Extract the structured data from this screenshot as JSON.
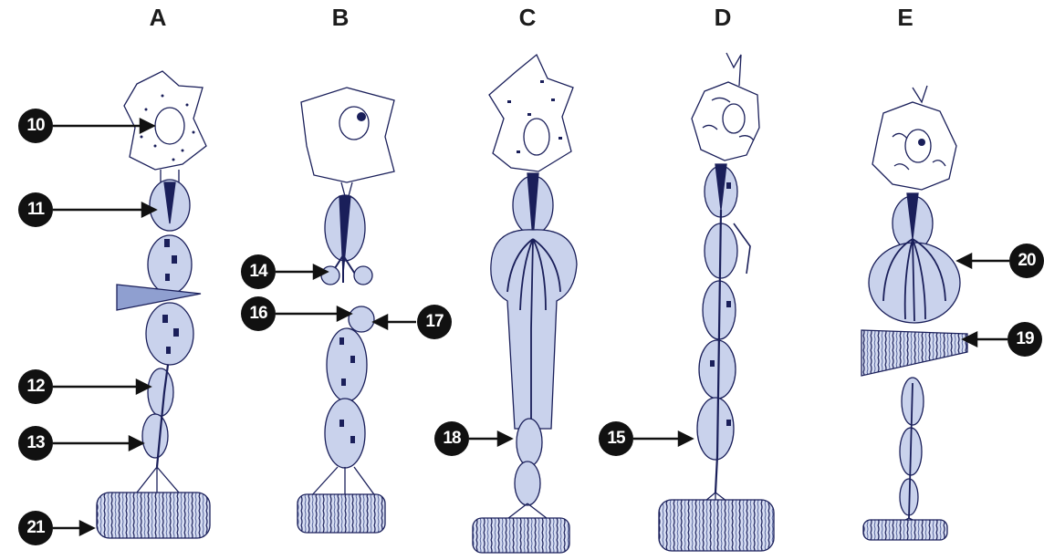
{
  "columns": [
    {
      "key": "A",
      "label": "A"
    },
    {
      "key": "B",
      "label": "B"
    },
    {
      "key": "C",
      "label": "C"
    },
    {
      "key": "D",
      "label": "D"
    },
    {
      "key": "E",
      "label": "E"
    }
  ],
  "callouts": {
    "c10": "10",
    "c11": "11",
    "c12": "12",
    "c13": "13",
    "c14": "14",
    "c15": "15",
    "c16": "16",
    "c17": "17",
    "c18": "18",
    "c19": "19",
    "c20": "20",
    "c21": "21"
  },
  "colors": {
    "ink": "#1a1f5a",
    "fill": "#c9d2ec",
    "fillDark": "#8f9fd0",
    "callout": "#111111"
  }
}
